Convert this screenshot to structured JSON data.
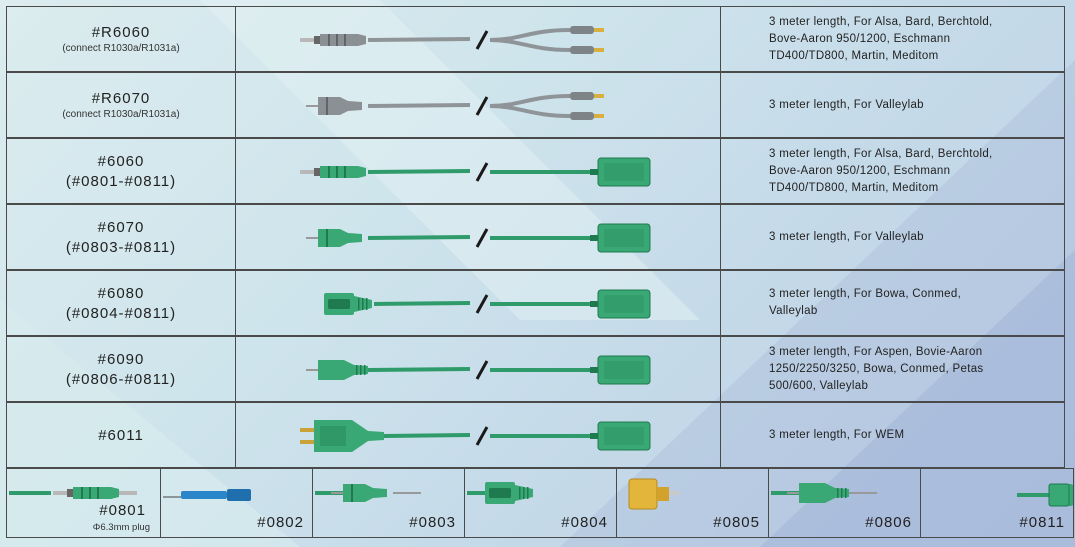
{
  "rows": [
    {
      "code": "#R6060",
      "sub": "(connect R1030a/R1031a)",
      "sub_style": "small",
      "desc": [
        "3 meter length, For Alsa, Bard, Berchtold,",
        "Bove-Aaron 950/1200, Eschmann",
        "TD400/TD800, Martin, Meditom"
      ],
      "plug": "jack",
      "cable": "gray",
      "end": "dual-pin"
    },
    {
      "code": "#R6070",
      "sub": "(connect R1030a/R1031a)",
      "sub_style": "small",
      "desc": [
        "3 meter length, For Valleylab"
      ],
      "plug": "flat",
      "cable": "gray",
      "end": "dual-pin"
    },
    {
      "code": "#6060",
      "sub": "(#0801-#0811)",
      "sub_style": "big",
      "desc": [
        "3 meter length, For Alsa, Bard, Berchtold,",
        "Bove-Aaron 950/1200, Eschmann",
        "TD400/TD800, Martin, Meditom"
      ],
      "plug": "jack",
      "cable": "green",
      "end": "pad"
    },
    {
      "code": "#6070",
      "sub": "(#0803-#0811)",
      "sub_style": "big",
      "desc": [
        "3 meter length, For Valleylab"
      ],
      "plug": "flat",
      "cable": "green",
      "end": "pad"
    },
    {
      "code": "#6080",
      "sub": "(#0804-#0811)",
      "sub_style": "big",
      "desc": [
        "3 meter length, For Bowa, Conmed,",
        "Valleylab"
      ],
      "plug": "wide",
      "cable": "green",
      "end": "pad"
    },
    {
      "code": "#6090",
      "sub": "(#0806-#0811)",
      "sub_style": "big",
      "desc": [
        "3 meter length, For Aspen, Bovie-Aaron",
        "1250/2250/3250, Bowa, Conmed, Petas",
        "500/600, Valleylab"
      ],
      "plug": "pin",
      "cable": "green",
      "end": "pad"
    },
    {
      "code": "#6011",
      "sub": "",
      "sub_style": "big",
      "desc": [
        "3 meter length, For WEM"
      ],
      "plug": "big",
      "cable": "green",
      "end": "pad"
    }
  ],
  "accessories": [
    {
      "label": "#0801",
      "sub": "Φ6.3mm plug",
      "kind": "jack"
    },
    {
      "label": "#0802",
      "sub": "",
      "kind": "blue"
    },
    {
      "label": "#0803",
      "sub": "",
      "kind": "flat"
    },
    {
      "label": "#0804",
      "sub": "",
      "kind": "wide"
    },
    {
      "label": "#0805",
      "sub": "",
      "kind": "gold"
    },
    {
      "label": "#0806",
      "sub": "",
      "kind": "pin"
    },
    {
      "label": "#0811",
      "sub": "",
      "kind": "pad"
    }
  ],
  "colors": {
    "gray_cable": "#8e9498",
    "green_cable": "#2f9b6a",
    "green_dark": "#1f7a50",
    "pad": "#3aa874",
    "gold": "#e3b53a",
    "blue": "#2a86c8"
  }
}
